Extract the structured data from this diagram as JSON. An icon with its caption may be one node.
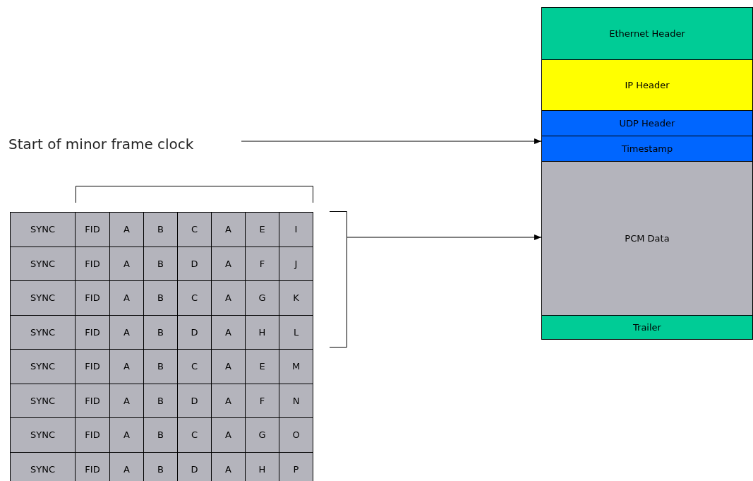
{
  "diagram": {
    "nodes": [
      {
        "text": [
          "Start of minor frame clock"
        ]
      },
      {
        "text": [
          "Ethernet Header"
        ]
      },
      {
        "text": [
          "IP Header"
        ]
      },
      {
        "text": [
          "UDP Header"
        ]
      },
      {
        "text": [
          "Timestamp"
        ]
      },
      {
        "text": [
          "PCM Data"
        ]
      },
      {
        "text": [
          "Trailer"
        ]
      },
      {
        "text": [],
        "shape": "bracket"
      }
    ],
    "edges": [
      {
        "from": 0,
        "to": 4,
        "arrow": "to"
      },
      {
        "from": 7,
        "to": 5,
        "arrow": "to"
      }
    ],
    "labels": [
      "SYNC",
      "FID",
      "A",
      "B",
      "C",
      "A",
      "E",
      "I",
      "SYNC",
      "FID",
      "A",
      "B",
      "D",
      "A",
      "F",
      "J",
      "SYNC",
      "FID",
      "A",
      "B",
      "C",
      "A",
      "G",
      "K",
      "SYNC",
      "FID",
      "A",
      "B",
      "D",
      "A",
      "H",
      "L",
      "SYNC",
      "FID",
      "A",
      "B",
      "C",
      "A",
      "E",
      "M",
      "SYNC",
      "FID",
      "A",
      "B",
      "D",
      "A",
      "F",
      "N",
      "SYNC",
      "FID",
      "A",
      "B",
      "C",
      "A",
      "G",
      "O",
      "SYNC",
      "FID",
      "A",
      "B",
      "D",
      "A",
      "H",
      "P"
    ]
  }
}
